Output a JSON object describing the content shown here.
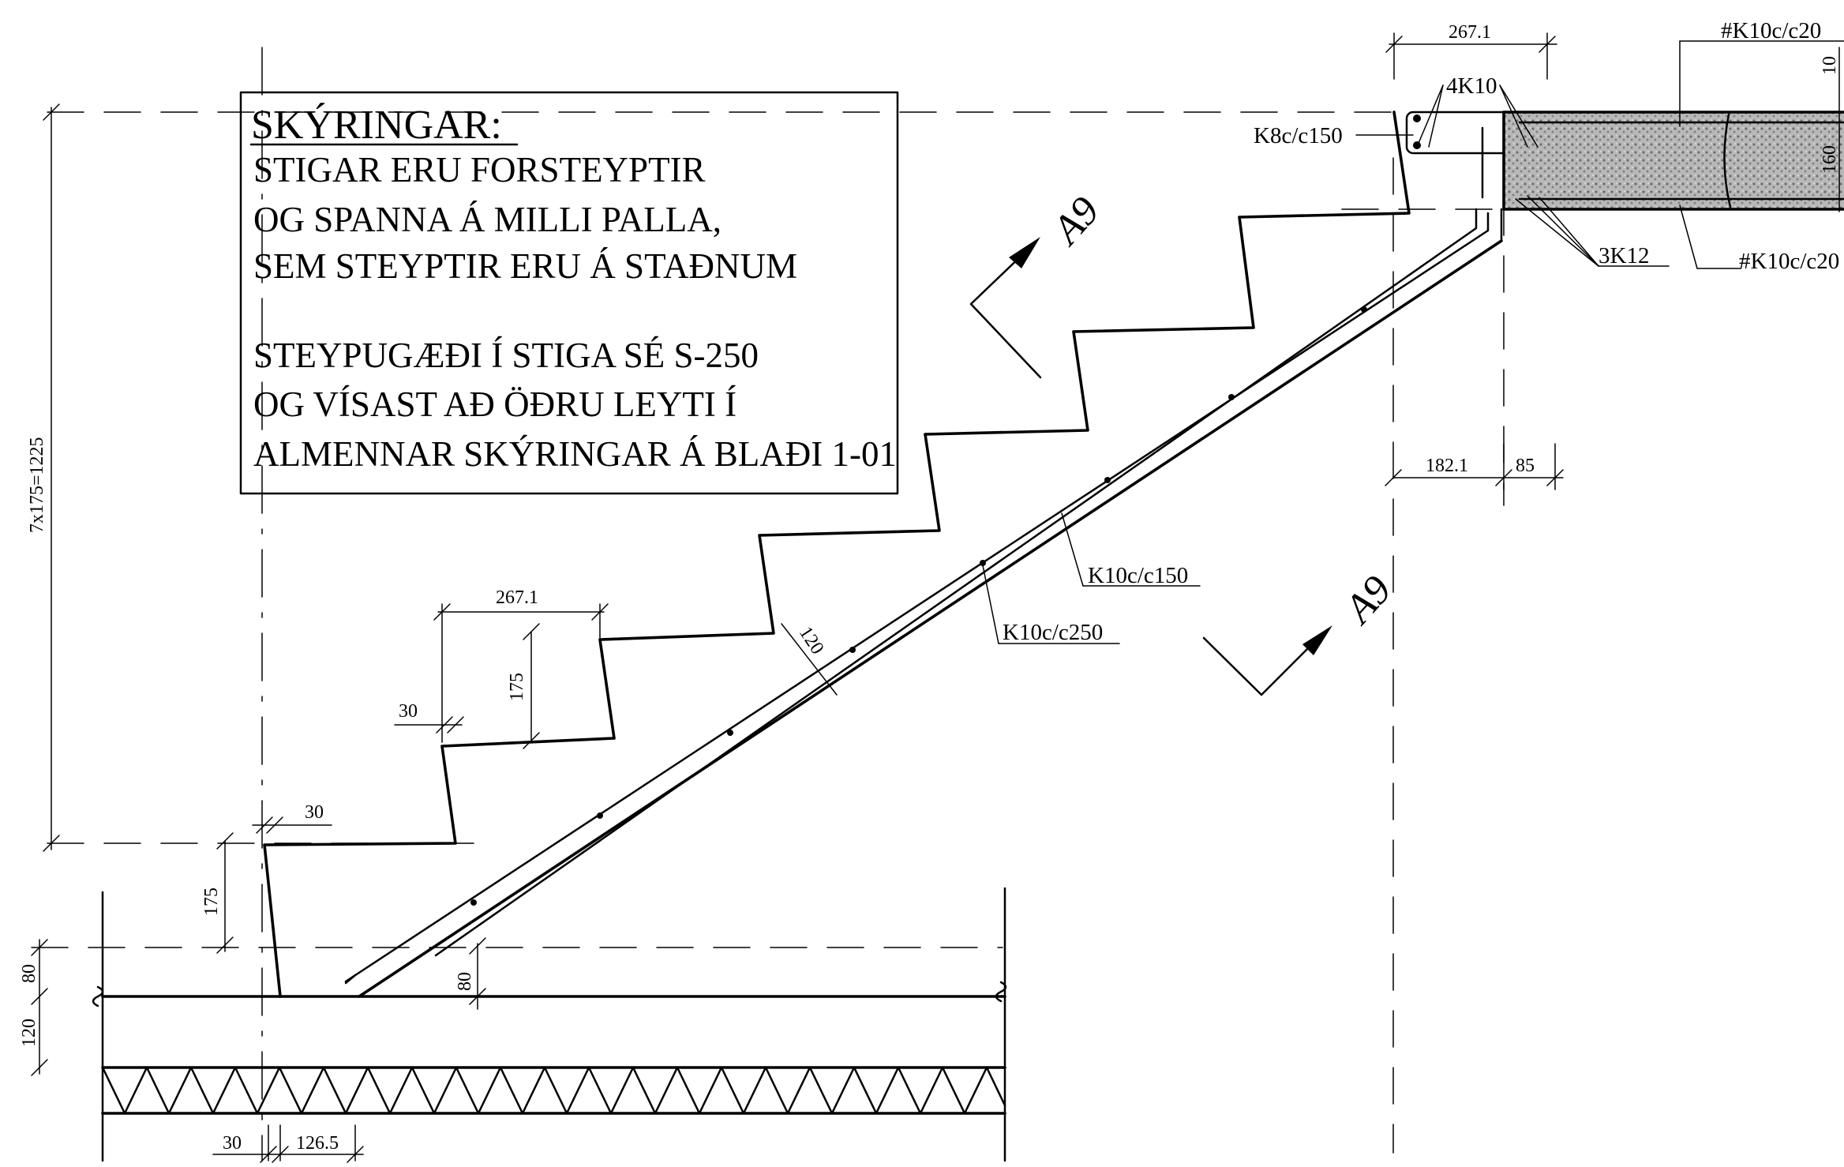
{
  "notes": {
    "title": "SKÝRINGAR:",
    "lines": [
      "STIGAR ERU FORSTEYPTIR",
      "OG SPANNA Á MILLI PALLA,",
      "SEM STEYPTIR ERU Á STAÐNUM",
      "",
      "STEYPUGÆÐI Í STIGA SÉ S-250",
      "OG VÍSAST AÐ ÖÐRU LEYTI Í",
      "ALMENNAR SKÝRINGAR Á BLAÐI 1-01"
    ]
  },
  "section_marks": {
    "upper": "A9",
    "lower": "A9"
  },
  "rebar_labels": {
    "k8": "K8c/c150",
    "k4": "4K10",
    "k10top": "#K10c/c20",
    "k3": "3K12",
    "k10bot": "#K10c/c20",
    "k150": "K10c/c150",
    "k250": "K10c/c250"
  },
  "dimensions": {
    "top_tread": "267.1",
    "right_10": "10",
    "right_160": "160",
    "mid_182": "182.1",
    "mid_85": "85",
    "total_height": "7x175=1225",
    "tread": "267.1",
    "riser": "175",
    "nosing": "30",
    "waist": "120",
    "bottom_nosing": "30",
    "bottom_riser": "175",
    "slab_top": "80",
    "slab_bottom": "120",
    "anchor": "80",
    "base_30": "30",
    "base_126": "126.5"
  },
  "colors": {
    "ink": "#000000",
    "paper": "#ffffff",
    "hatch": "#555555"
  }
}
